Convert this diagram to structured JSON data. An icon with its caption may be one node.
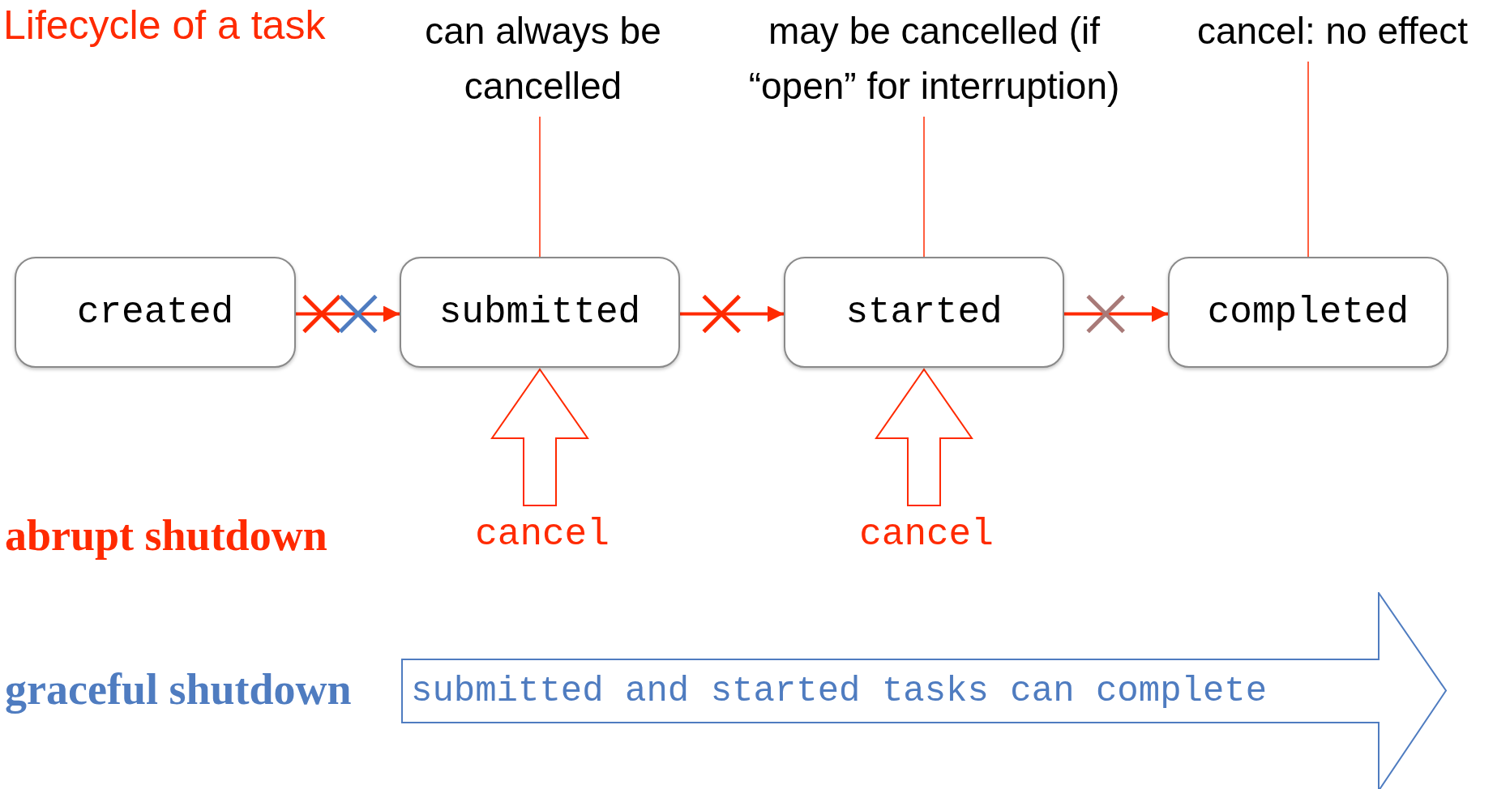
{
  "diagram": {
    "title": "Lifecycle of a task",
    "nodes": [
      {
        "text": [
          "can always be cancelled"
        ]
      },
      {
        "text": [
          "may be cancelled (if “open” for interruption)"
        ]
      },
      {
        "text": [
          "cancel: no effect"
        ]
      },
      {
        "text": [
          "created"
        ]
      },
      {
        "text": [
          "submitted"
        ]
      },
      {
        "text": [
          "started"
        ]
      },
      {
        "text": [
          "completed"
        ]
      },
      {
        "text": [
          "cancel"
        ]
      },
      {
        "text": [
          "cancel"
        ]
      },
      {
        "text": [
          "submitted and started tasks can complete"
        ]
      }
    ],
    "edges": [
      {
        "from": 3,
        "to": 4,
        "arrow": "to"
      },
      {
        "from": 4,
        "to": 5,
        "arrow": "to"
      },
      {
        "from": 5,
        "to": 6,
        "arrow": "to"
      },
      {
        "from": 0,
        "to": 4,
        "arrow": "none"
      },
      {
        "from": 1,
        "to": 5,
        "arrow": "none"
      },
      {
        "from": 2,
        "to": 6,
        "arrow": "none"
      },
      {
        "from": 7,
        "to": 4,
        "arrow": "to",
        "style": "thick"
      },
      {
        "from": 8,
        "to": 5,
        "arrow": "to",
        "style": "thick"
      }
    ],
    "labels": [
      "abrupt shutdown",
      "graceful shutdown"
    ]
  }
}
